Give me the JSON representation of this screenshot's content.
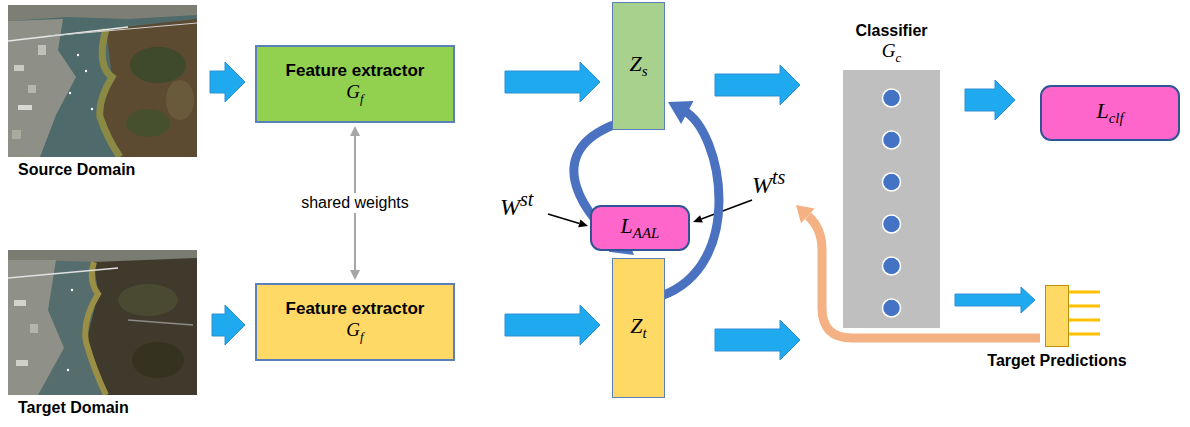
{
  "diagram": {
    "nodes": [
      {
        "text": [
          "Source Domain"
        ]
      },
      {
        "text": [
          "Feature extractor",
          "Gf"
        ]
      },
      {
        "text": [
          "Zs"
        ]
      },
      {
        "text": [
          "Classifier",
          "Gc"
        ]
      },
      {
        "text": [
          "Lclf"
        ]
      },
      {
        "text": [
          "LAAL"
        ]
      },
      {
        "text": [
          "Target Domain"
        ]
      },
      {
        "text": [
          "Feature extractor",
          "Gf"
        ]
      },
      {
        "text": [
          "Zt"
        ]
      },
      {
        "text": [
          "Target Predictions"
        ]
      }
    ],
    "edges": [
      {
        "from": 0,
        "to": 1,
        "arrow": "to"
      },
      {
        "from": 1,
        "to": 2,
        "arrow": "to"
      },
      {
        "from": 2,
        "to": 3,
        "arrow": "to"
      },
      {
        "from": 3,
        "to": 4,
        "arrow": "to"
      },
      {
        "from": 6,
        "to": 7,
        "arrow": "to"
      },
      {
        "from": 7,
        "to": 8,
        "arrow": "to"
      },
      {
        "from": 8,
        "to": 3,
        "arrow": "to"
      },
      {
        "from": 3,
        "to": 9,
        "arrow": "to"
      },
      {
        "from": 1,
        "to": 7,
        "label": "shared weights",
        "arrow": "both"
      },
      {
        "from": 2,
        "to": 8,
        "label": "Wst",
        "arrow": "to"
      },
      {
        "from": 8,
        "to": 2,
        "label": "Wts",
        "arrow": "to"
      }
    ]
  }
}
